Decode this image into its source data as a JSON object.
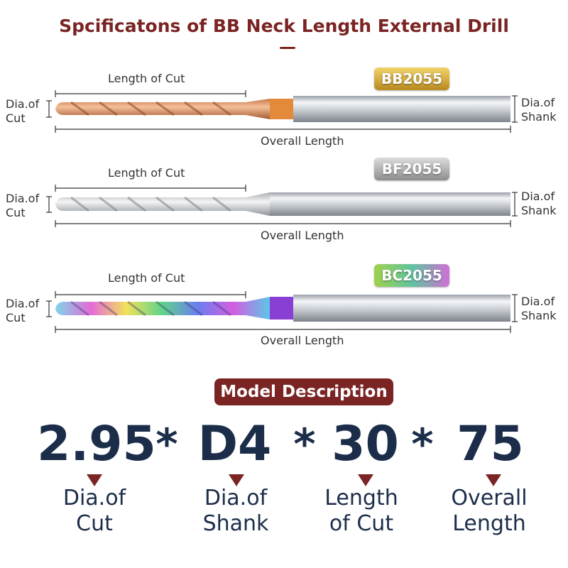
{
  "title": "Spcificatons of BB Neck Length External Drill",
  "drills": [
    {
      "badge": "BB2055",
      "badge_colors": [
        "#f2d36b",
        "#b8891f"
      ],
      "coating": "bronze",
      "length_of_cut_label": "Length of Cut",
      "dia_cut_label": [
        "Dia.of",
        "Cut"
      ],
      "dia_shank_label": [
        "Dia.of",
        "Shank"
      ],
      "overall_length_label": "Overall Length"
    },
    {
      "badge": "BF2055",
      "badge_colors": [
        "#dcdcdc",
        "#8d8d8d"
      ],
      "coating": "silver",
      "length_of_cut_label": "Length of Cut",
      "dia_cut_label": [
        "Dia.of",
        "Cut"
      ],
      "dia_shank_label": [
        "Dia.of",
        "Shank"
      ],
      "overall_length_label": "Overall Length"
    },
    {
      "badge": "BC2055",
      "badge_colors": [
        "#9fd14a",
        "#d06fd6"
      ],
      "coating": "rainbow",
      "length_of_cut_label": "Length of Cut",
      "dia_cut_label": [
        "Dia.of",
        "Cut"
      ],
      "dia_shank_label": [
        "Dia.of",
        "Shank"
      ],
      "overall_length_label": "Overall Length"
    }
  ],
  "model_description": {
    "heading": "Model Description",
    "values": [
      "2.95",
      "D4",
      "30",
      "75"
    ],
    "separator": "*",
    "labels": [
      [
        "Dia.of",
        "Cut"
      ],
      [
        "Dia.of",
        "Shank"
      ],
      [
        "Length",
        "of Cut"
      ],
      [
        "Overall",
        "Length"
      ]
    ]
  },
  "colors": {
    "accent": "#7a2423",
    "navy": "#1c2d4a",
    "dimension_line": "#333333"
  }
}
